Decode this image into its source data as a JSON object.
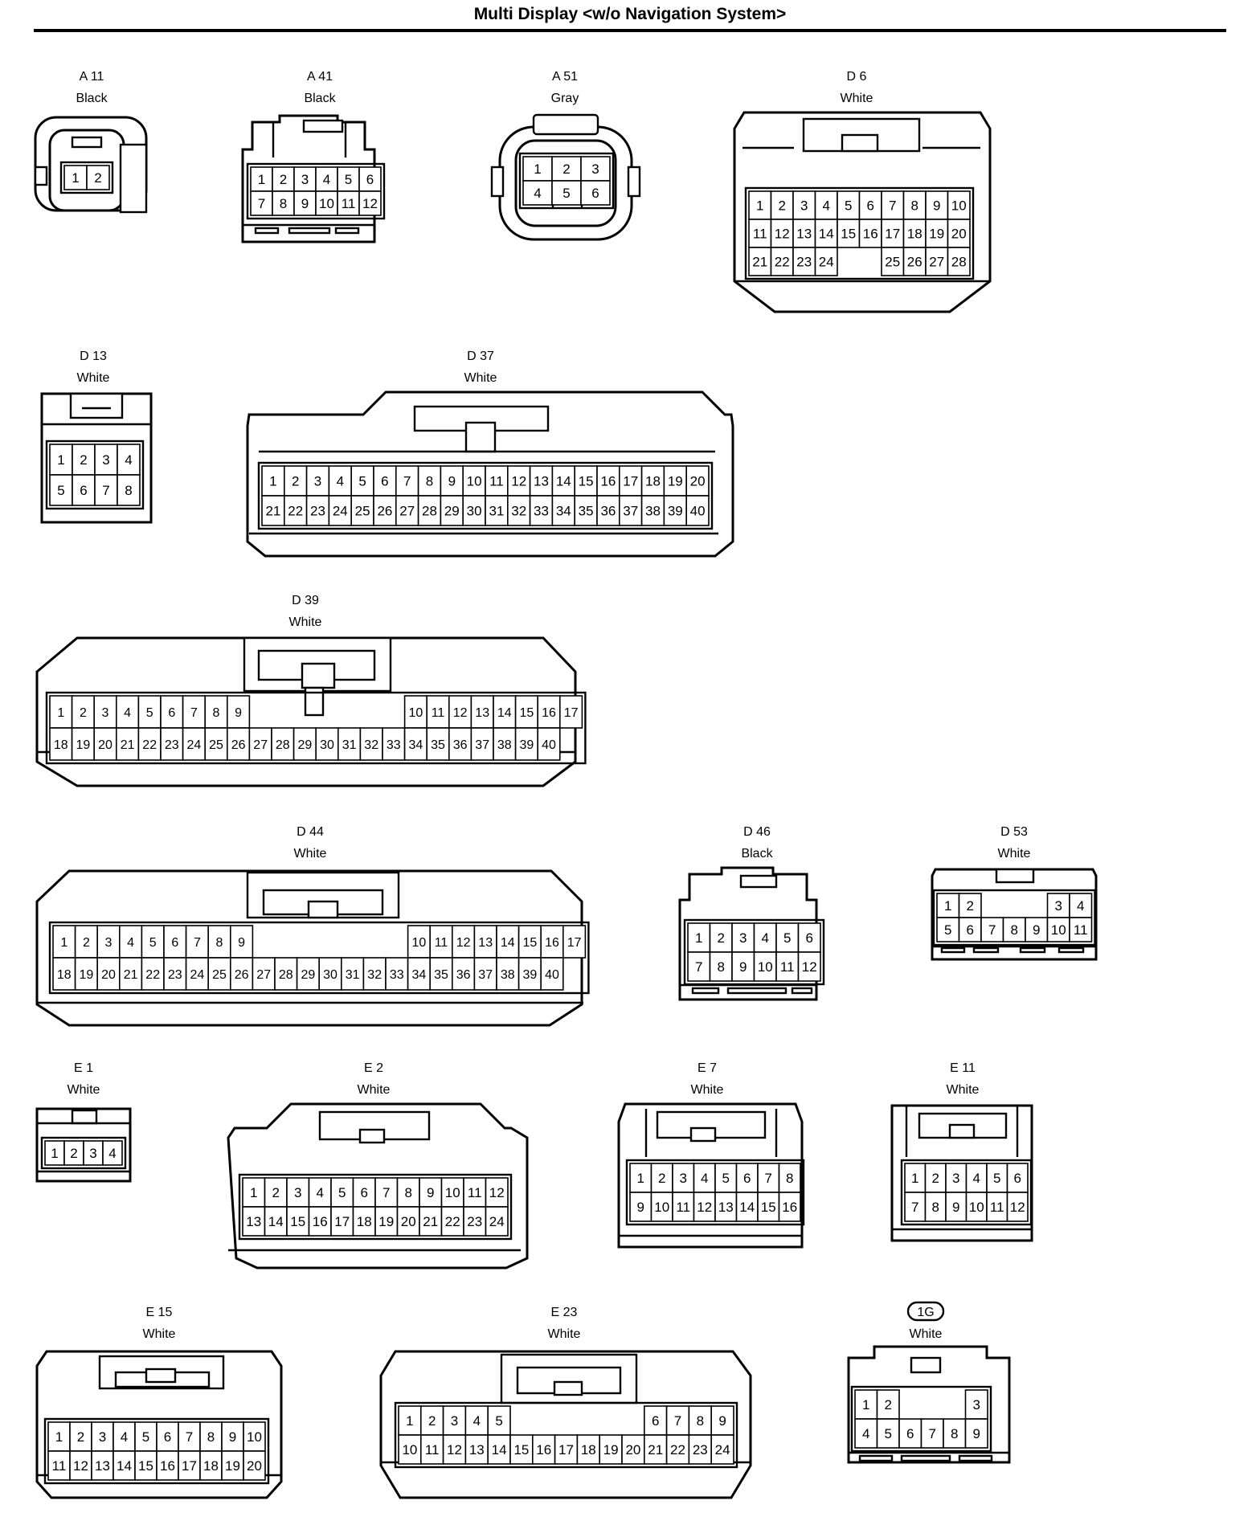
{
  "page": {
    "title": "Multi Display <w/o Navigation System>"
  },
  "connectors": [
    {
      "id": "A 11",
      "color": "Black",
      "rows": [
        [
          1,
          2
        ]
      ]
    },
    {
      "id": "A 41",
      "color": "Black",
      "rows": [
        [
          1,
          2,
          3,
          4,
          5,
          6
        ],
        [
          7,
          8,
          9,
          10,
          11,
          12
        ]
      ]
    },
    {
      "id": "A 51",
      "color": "Gray",
      "rows": [
        [
          1,
          2,
          3
        ],
        [
          4,
          5,
          6
        ]
      ]
    },
    {
      "id": "D 6",
      "color": "White",
      "rows": [
        [
          1,
          2,
          3,
          4,
          5,
          6,
          7,
          8,
          9,
          10
        ],
        [
          11,
          12,
          13,
          14,
          15,
          16,
          17,
          18,
          19,
          20
        ],
        [
          21,
          22,
          23,
          24,
          null,
          null,
          25,
          26,
          27,
          28
        ]
      ]
    },
    {
      "id": "D 13",
      "color": "White",
      "rows": [
        [
          1,
          2,
          3,
          4
        ],
        [
          5,
          6,
          7,
          8
        ]
      ]
    },
    {
      "id": "D 37",
      "color": "White",
      "rows": [
        [
          1,
          2,
          3,
          4,
          5,
          6,
          7,
          8,
          9,
          10,
          11,
          12,
          13,
          14,
          15,
          16,
          17,
          18,
          19,
          20
        ],
        [
          21,
          22,
          23,
          24,
          25,
          26,
          27,
          28,
          29,
          30,
          31,
          32,
          33,
          34,
          35,
          36,
          37,
          38,
          39,
          40
        ]
      ]
    },
    {
      "id": "D 39",
      "color": "White",
      "rows": [
        [
          1,
          2,
          3,
          4,
          5,
          6,
          7,
          8,
          9,
          null,
          null,
          null,
          null,
          null,
          null,
          null,
          10,
          11,
          12,
          13,
          14,
          15,
          16,
          17
        ],
        [
          18,
          19,
          20,
          21,
          22,
          23,
          24,
          25,
          26,
          27,
          28,
          29,
          30,
          31,
          32,
          33,
          34,
          35,
          36,
          37,
          38,
          39,
          40
        ]
      ]
    },
    {
      "id": "D 44",
      "color": "White",
      "rows": [
        [
          1,
          2,
          3,
          4,
          5,
          6,
          7,
          8,
          9,
          null,
          null,
          null,
          null,
          null,
          null,
          null,
          10,
          11,
          12,
          13,
          14,
          15,
          16,
          17
        ],
        [
          18,
          19,
          20,
          21,
          22,
          23,
          24,
          25,
          26,
          27,
          28,
          29,
          30,
          31,
          32,
          33,
          34,
          35,
          36,
          37,
          38,
          39,
          40
        ]
      ]
    },
    {
      "id": "D 46",
      "color": "Black",
      "rows": [
        [
          1,
          2,
          3,
          4,
          5,
          6
        ],
        [
          7,
          8,
          9,
          10,
          11,
          12
        ]
      ]
    },
    {
      "id": "D 53",
      "color": "White",
      "rows": [
        [
          1,
          2,
          null,
          null,
          null,
          3,
          4
        ],
        [
          5,
          6,
          7,
          8,
          9,
          10,
          11
        ]
      ]
    },
    {
      "id": "E 1",
      "color": "White",
      "rows": [
        [
          1,
          2,
          3,
          4
        ]
      ]
    },
    {
      "id": "E 2",
      "color": "White",
      "rows": [
        [
          1,
          2,
          3,
          4,
          5,
          6,
          7,
          8,
          9,
          10,
          11,
          12
        ],
        [
          13,
          14,
          15,
          16,
          17,
          18,
          19,
          20,
          21,
          22,
          23,
          24
        ]
      ]
    },
    {
      "id": "E 7",
      "color": "White",
      "rows": [
        [
          1,
          2,
          3,
          4,
          5,
          6,
          7,
          8
        ],
        [
          9,
          10,
          11,
          12,
          13,
          14,
          15,
          16
        ]
      ]
    },
    {
      "id": "E 11",
      "color": "White",
      "rows": [
        [
          1,
          2,
          3,
          4,
          5,
          6
        ],
        [
          7,
          8,
          9,
          10,
          11,
          12
        ]
      ]
    },
    {
      "id": "E 15",
      "color": "White",
      "rows": [
        [
          1,
          2,
          3,
          4,
          5,
          6,
          7,
          8,
          9,
          10
        ],
        [
          11,
          12,
          13,
          14,
          15,
          16,
          17,
          18,
          19,
          20
        ]
      ]
    },
    {
      "id": "E 23",
      "color": "White",
      "rows": [
        [
          1,
          2,
          3,
          4,
          5,
          null,
          null,
          null,
          null,
          null,
          null,
          6,
          7,
          8,
          9
        ],
        [
          10,
          11,
          12,
          13,
          14,
          15,
          16,
          17,
          18,
          19,
          20,
          21,
          22,
          23,
          24
        ]
      ]
    },
    {
      "id": "1G",
      "id_style": "boxed",
      "color": "White",
      "rows": [
        [
          1,
          2,
          null,
          null,
          null,
          3
        ],
        [
          4,
          5,
          6,
          7,
          8,
          9
        ]
      ]
    }
  ]
}
